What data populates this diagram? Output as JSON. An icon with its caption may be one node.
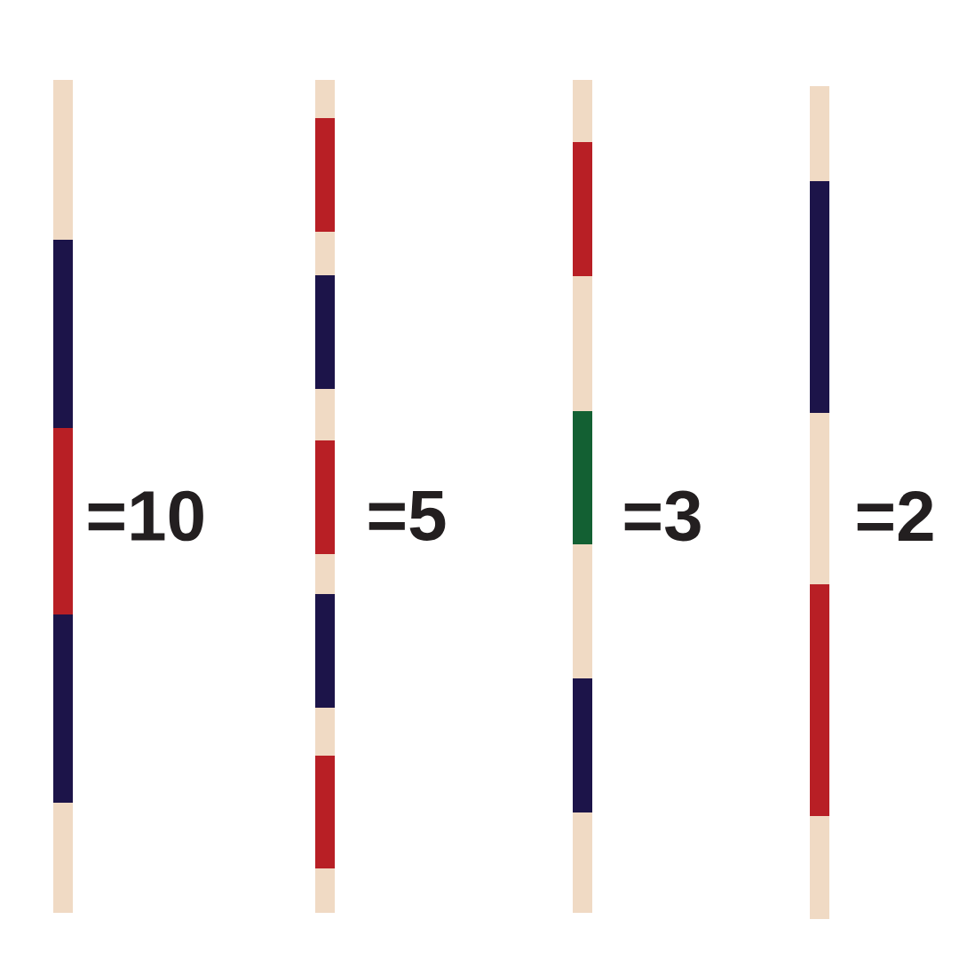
{
  "diagram": {
    "labels": [
      "=10",
      "=5",
      "=3",
      "=2"
    ]
  }
}
